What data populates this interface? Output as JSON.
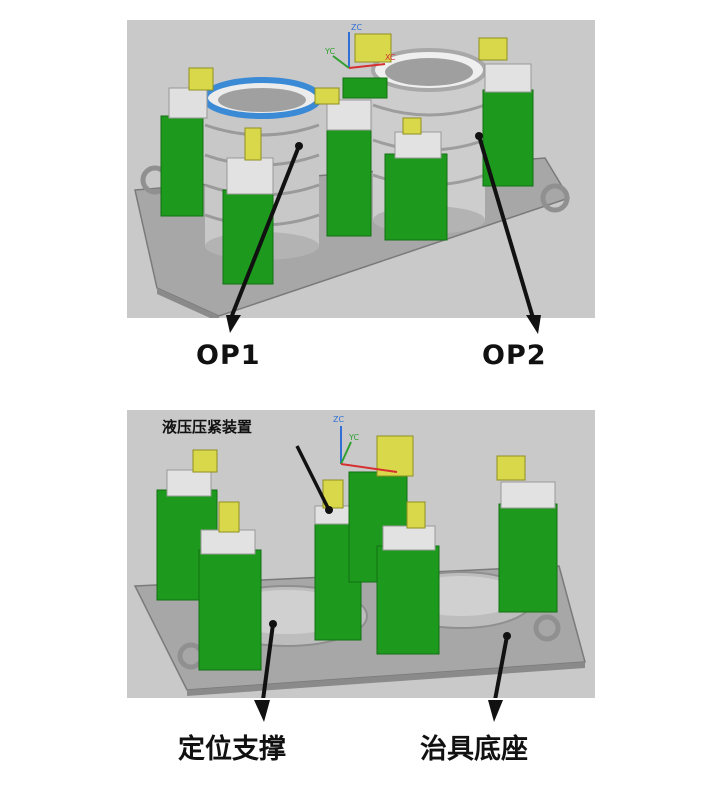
{
  "labels": {
    "op1": "OP1",
    "op2": "OP2",
    "hydraulic_clamp": "液压压紧装置",
    "positioning_support": "定位支撑",
    "fixture_base": "治具底座"
  },
  "axis_labels": {
    "zc": "ZC",
    "yc": "YC",
    "xc": "XC"
  },
  "colors": {
    "panel_bg": "#c9c9c9",
    "base_plate": "#a5a5a5",
    "clamp_green": "#1d9a1d",
    "clamp_dark": "#127012",
    "clamp_top": "#e2e2e2",
    "clamp_jaw": "#d9d94a",
    "ring_part": "#d4d4d4",
    "arrow": "#111111"
  }
}
